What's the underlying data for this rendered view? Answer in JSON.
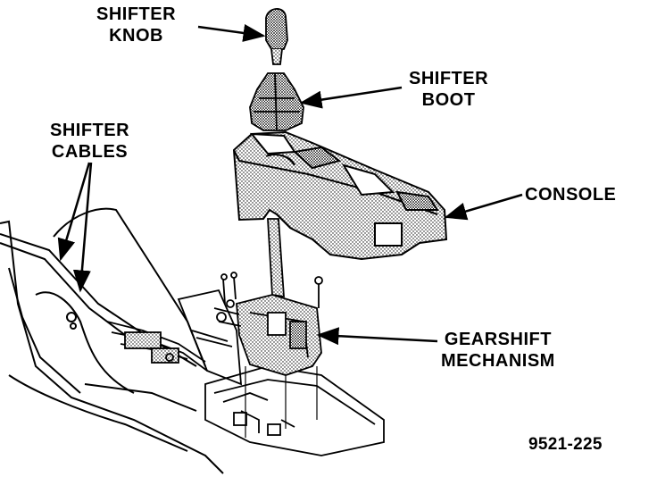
{
  "labels": {
    "shifter_knob": [
      "SHIFTER",
      "KNOB"
    ],
    "shifter_boot": [
      "SHIFTER",
      "BOOT"
    ],
    "shifter_cables": [
      "SHIFTER",
      "CABLES"
    ],
    "console": "CONSOLE",
    "gearshift_mechanism": [
      "GEARSHIFT",
      "MECHANISM"
    ]
  },
  "figure_number": "9521-225",
  "colors": {
    "ink": "#000000",
    "paper": "#ffffff"
  }
}
